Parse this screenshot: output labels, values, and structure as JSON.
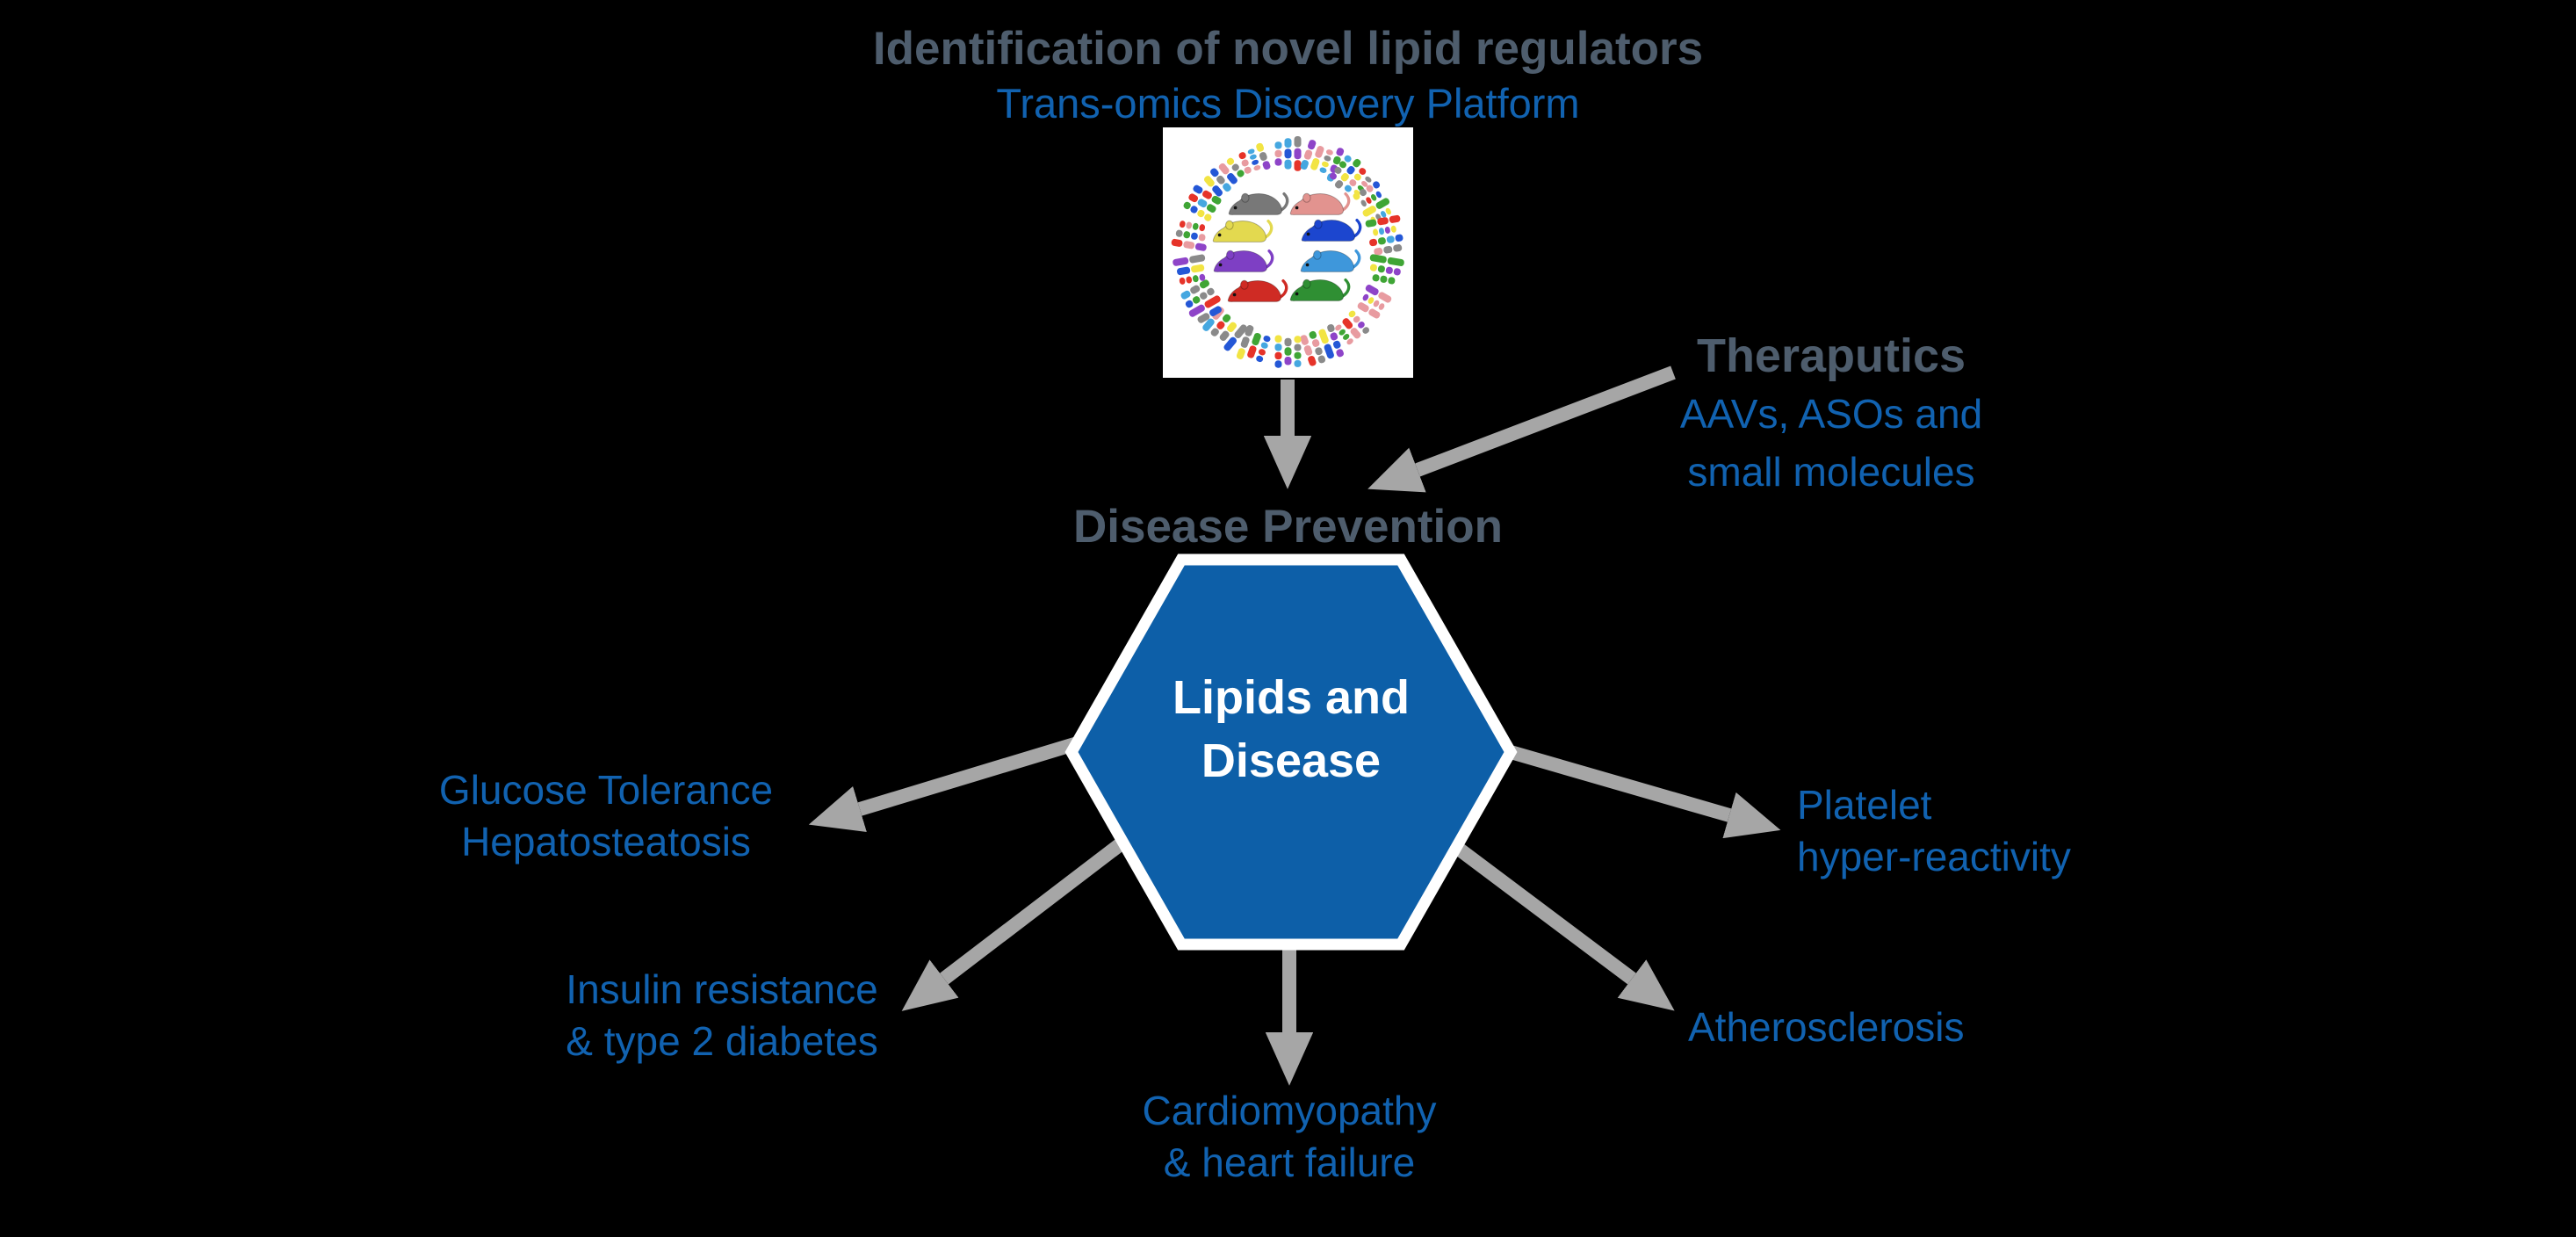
{
  "diagram": {
    "title": "Identification of novel lipid regulators",
    "subtitle": "Trans-omics Discovery Platform",
    "therapeutics": {
      "heading": "Theraputics",
      "line1": "AAVs, ASOs and",
      "line2": "small molecules"
    },
    "disease_prevention": "Disease Prevention",
    "hub": {
      "line1": "Lipids and",
      "line2": "Disease"
    },
    "outcomes": {
      "glucose": {
        "line1": "Glucose Tolerance",
        "line2": "Hepatosteatosis"
      },
      "insulin": {
        "line1": "Insulin resistance",
        "line2": "& type 2 diabetes"
      },
      "cardiomyopathy": {
        "line1": "Cardiomyopathy",
        "line2": "& heart failure"
      },
      "atherosclerosis": {
        "line1": "Atherosclerosis"
      },
      "platelet": {
        "line1": "Platelet",
        "line2": "hyper-reactivity"
      }
    }
  },
  "colors": {
    "background": "#000000",
    "heading_slate": "#4e5d6d",
    "accent_blue": "#1162b0",
    "arrow_gray": "#a6a6a6",
    "hexagon_blue": "#0d5fa8",
    "hexagon_border": "#ffffff",
    "hub_text": "#ffffff"
  },
  "logo": {
    "label": "trans-omics-mouse-panel-logo",
    "mouse_colors": [
      "#787878",
      "#e2938f",
      "#e3d94f",
      "#1c46cf",
      "#7e3fc4",
      "#3e97db",
      "#cf2b24",
      "#2f8f33"
    ],
    "chromosome_colors": [
      "#e63329",
      "#2457d6",
      "#3fa535",
      "#f2e443",
      "#e89ba0",
      "#8e44c8",
      "#8a8a8a",
      "#45a7e0"
    ]
  }
}
